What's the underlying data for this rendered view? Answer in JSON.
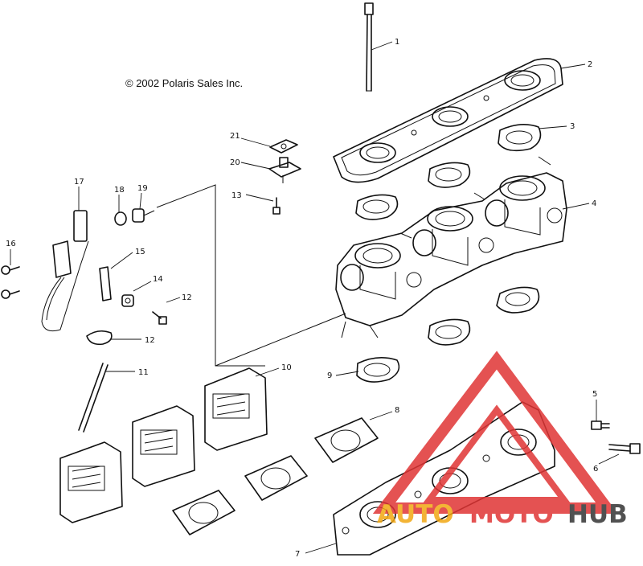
{
  "copyright": "© 2002 Polaris Sales Inc.",
  "callouts": [
    "1",
    "2",
    "3",
    "4",
    "5",
    "6",
    "7",
    "8",
    "9",
    "10",
    "11",
    "12",
    "13",
    "14",
    "15",
    "16",
    "17",
    "18",
    "19",
    "20",
    "21"
  ],
  "watermark": {
    "part1": "AUTO",
    "part2": "MOTO",
    "part3": "HUB",
    "color_red": "#e03535",
    "color_yellow": "#f2a712",
    "color_dark": "#333333"
  }
}
